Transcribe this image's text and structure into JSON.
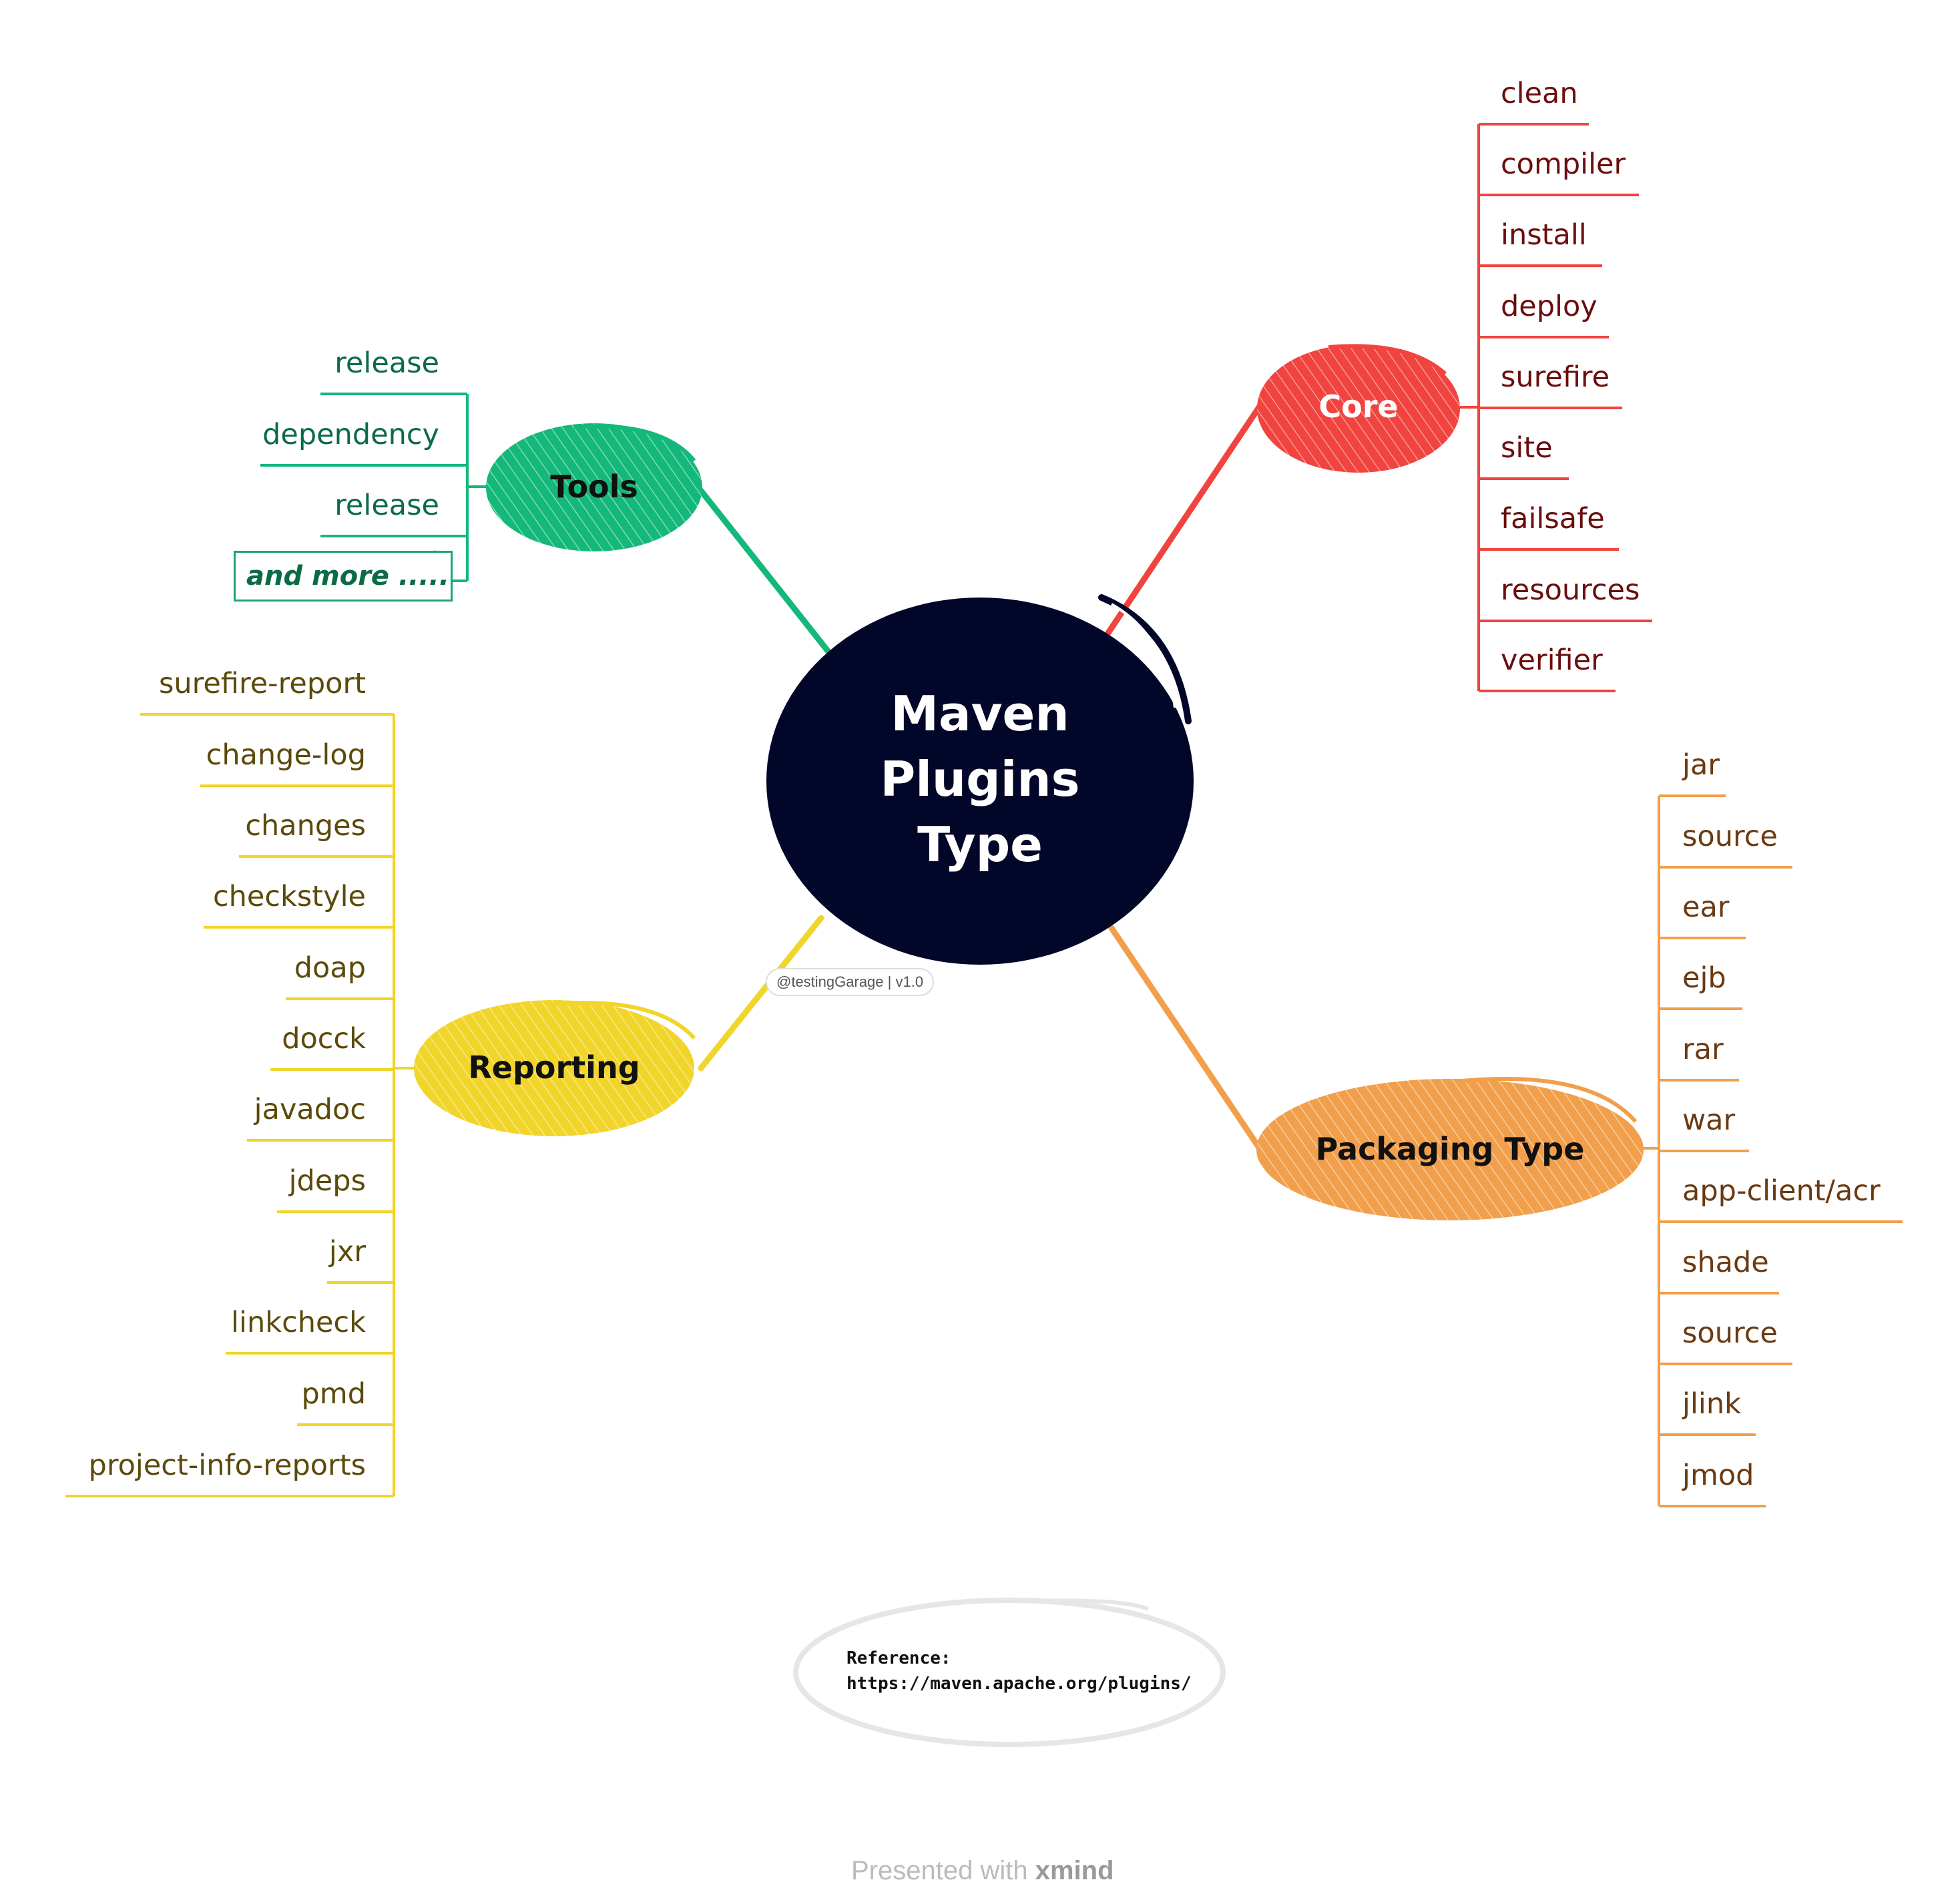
{
  "colors": {
    "center": "#020628",
    "core": "#f1433f",
    "tools": "#13b87a",
    "reporting": "#f1d52a",
    "packaging": "#f29f4c"
  },
  "center": {
    "lines": [
      "Maven",
      "Plugins",
      "Type"
    ]
  },
  "watermark": "@testingGarage | v1.0",
  "branches": {
    "core": {
      "label": "Core",
      "items": [
        "clean",
        "compiler",
        "install",
        "deploy",
        "surefire",
        "site",
        "failsafe",
        "resources",
        "verifier"
      ]
    },
    "tools": {
      "label": "Tools",
      "items": [
        "release",
        "dependency",
        "release"
      ],
      "note": "and more ....."
    },
    "reporting": {
      "label": "Reporting",
      "items": [
        "surefire-report",
        "change-log",
        "changes",
        "checkstyle",
        "doap",
        "docck",
        "javadoc",
        "jdeps",
        "jxr",
        "linkcheck",
        "pmd",
        "project-info-reports"
      ]
    },
    "packaging": {
      "label": "Packaging Type",
      "items": [
        "jar",
        "source",
        "ear",
        "ejb",
        "rar",
        "war",
        "app-client/acr",
        "shade",
        "source",
        "jlink",
        "jmod"
      ]
    }
  },
  "reference": {
    "line1": "Reference:",
    "line2": "https://maven.apache.org/plugins/"
  },
  "footer": {
    "prefix": "Presented with ",
    "brand": "xmind"
  }
}
